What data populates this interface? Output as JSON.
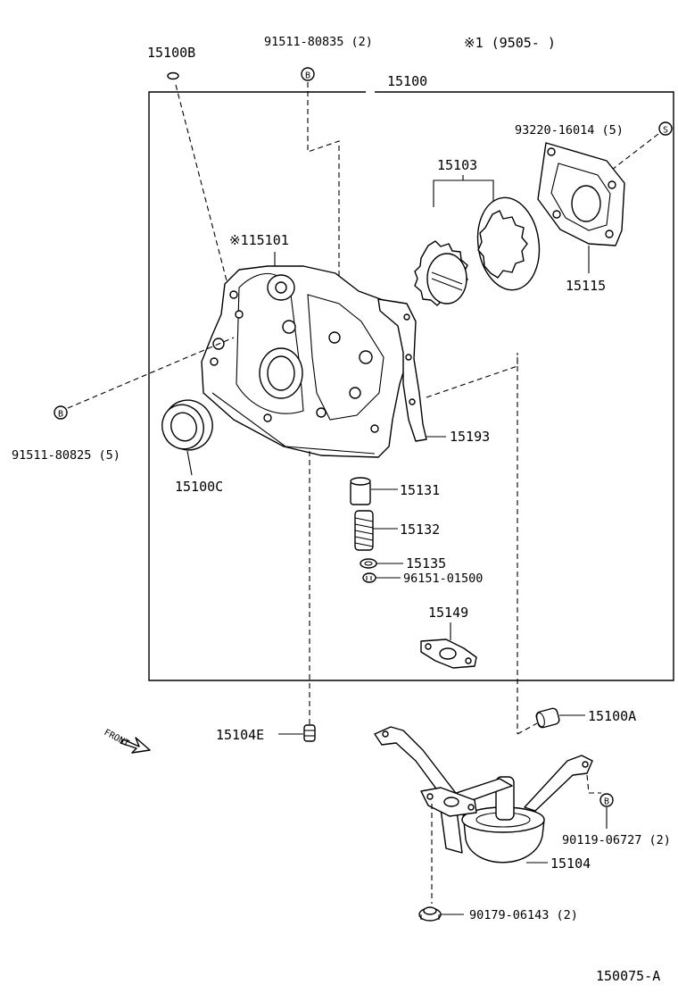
{
  "diagram": {
    "note": "※1 (9505-     )",
    "drawing_number": "150075-A",
    "front_label": "FRONT",
    "labels": {
      "p15100B": "15100B",
      "p91511_80835": "91511-80835 (2)",
      "p15100": "15100",
      "p93220": "93220-16014 (5)",
      "p15103": "15103",
      "p15101": "※115101",
      "p15115": "15115",
      "p91511_80825": "91511-80825 (5)",
      "p15193": "15193",
      "p15100C": "15100C",
      "p15131": "15131",
      "p15132": "15132",
      "p15135": "15135",
      "p96151": "96151-01500",
      "p15149": "15149",
      "p15100A": "15100A",
      "p15104E": "15104E",
      "p90119": "90119-06727 (2)",
      "p15104": "15104",
      "p90179": "90179-06143 (2)"
    },
    "icons": {
      "bolt_marker": "B",
      "screw_marker": "S"
    }
  }
}
